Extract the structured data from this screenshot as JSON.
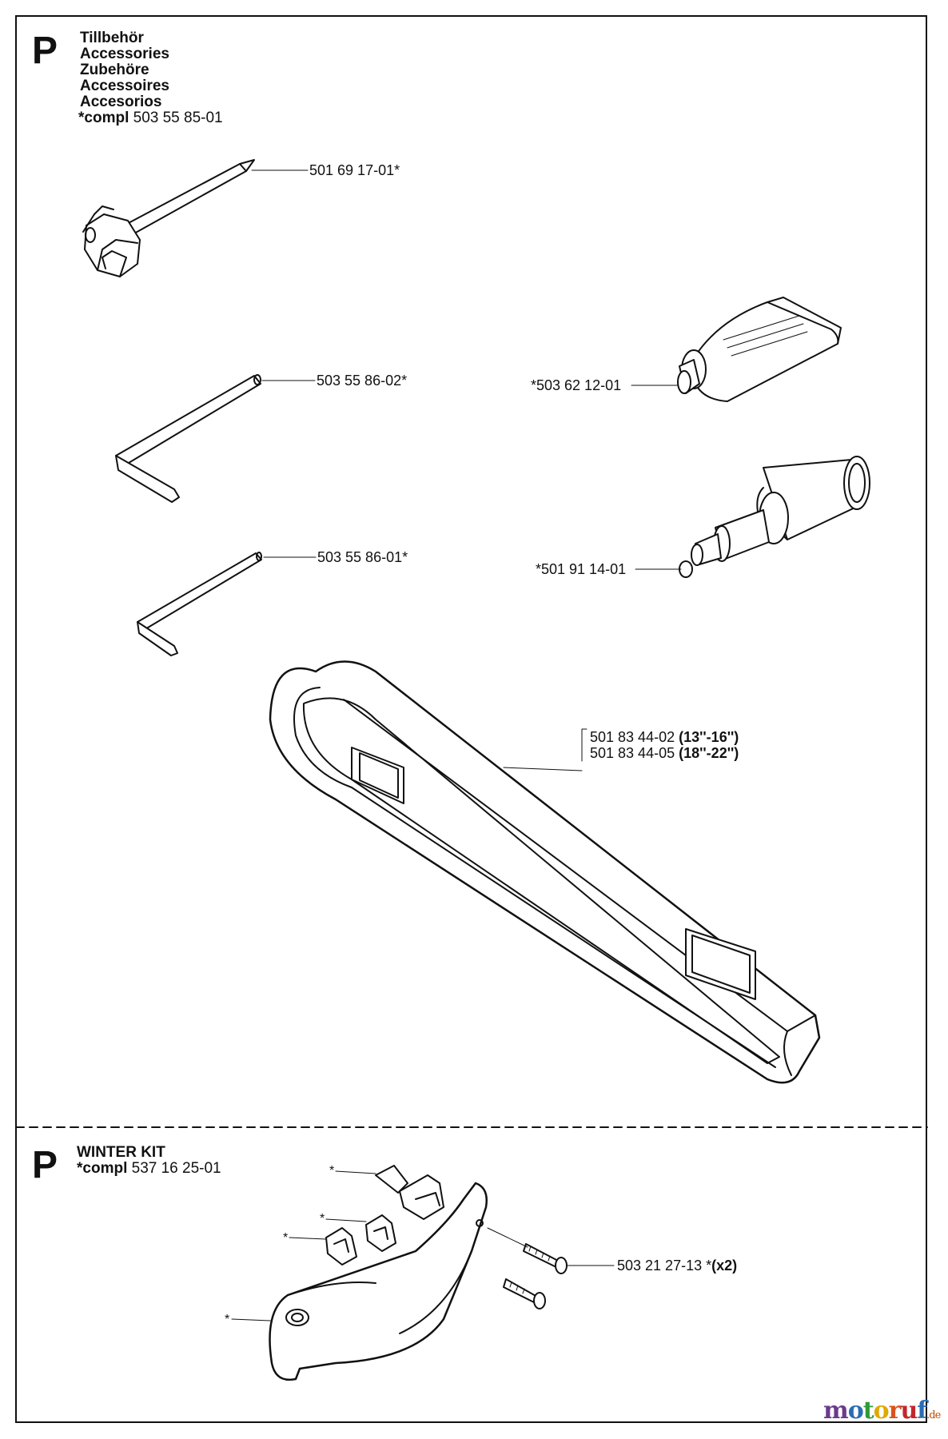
{
  "section_accessories": {
    "letter": "P",
    "titles": [
      "Tillbehör",
      "Accessories",
      "Zubehöre",
      "Accessoires",
      "Accesorios"
    ],
    "compl_label": "*compl",
    "compl_number": "503 55 85-01",
    "parts": {
      "combination_wrench": "501 69 17-01*",
      "hex_key_large": "503 55 86-02*",
      "grease_tube": "*503 62 12-01",
      "hex_key_small": "503 55 86-01*",
      "grease_gun": "*501 91 14-01",
      "bar_guard_1_number": "501 83 44-02",
      "bar_guard_1_size": "(13''-16'')",
      "bar_guard_2_number": "501 83 44-05",
      "bar_guard_2_size": "(18''-22'')"
    }
  },
  "section_winter_kit": {
    "letter": "P",
    "title": "WINTER KIT",
    "compl_label": "*compl",
    "compl_number": "537 16 25-01",
    "screw_number": "503 21 27-13 *",
    "screw_qty": "(x2)",
    "star": "*"
  },
  "watermark": {
    "letters": [
      "m",
      "o",
      "t",
      "o",
      "r",
      "u",
      "f"
    ],
    "letter_colors": [
      "#6b3a8c",
      "#2a6db5",
      "#2e9a3a",
      "#e0a800",
      "#d9531e",
      "#c0282d",
      "#2a6db5"
    ],
    "suffix": ".de"
  }
}
